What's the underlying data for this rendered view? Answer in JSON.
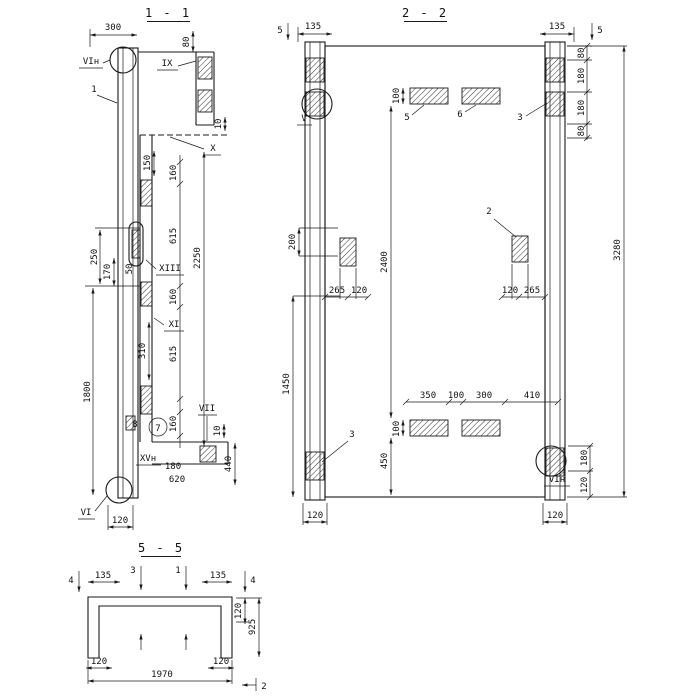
{
  "page": {
    "background": "#ffffff",
    "line_color": "#1a1a1a"
  },
  "s11": {
    "title": "1 - 1",
    "d300": "300",
    "d80": "80",
    "d10t": "10",
    "d150": "150",
    "d160a": "160",
    "d615a": "615",
    "d2250": "2250",
    "d160b": "160",
    "d615b": "615",
    "d160c": "160",
    "d250": "250",
    "d170": "170",
    "d50": "50",
    "d1800": "1800",
    "d310": "310",
    "d10b": "10",
    "d440": "440",
    "d180": "180",
    "d620": "620",
    "d120": "120",
    "m_vin": "VIн",
    "m_ix": "IX",
    "m_x": "X",
    "m_xiii": "XIII",
    "m_xi": "XI",
    "m_vii": "VII",
    "m_xvn": "XVн",
    "m_vi": "VI",
    "p1": "1",
    "p7": "7",
    "p8": "8"
  },
  "s22": {
    "title": "2 - 2",
    "d5l": "5",
    "d135l": "135",
    "d135r": "135",
    "d5r": "5",
    "d80a": "80",
    "d180a": "180",
    "d180b": "180",
    "d80b": "80",
    "d3280": "3280",
    "d100t": "100",
    "d2400": "2400",
    "d200": "200",
    "d1450": "1450",
    "d265l": "265",
    "d120l": "120",
    "d120r": "120",
    "d265r": "265",
    "d350": "350",
    "d100m": "100",
    "d300": "300",
    "d410": "410",
    "d100b": "100",
    "d450": "450",
    "d180rb": "180",
    "d120rb": "120",
    "d120bl": "120",
    "d120br": "120",
    "m_v": "V",
    "m_vin": "VIн",
    "p5": "5",
    "p6": "6",
    "p3t": "3",
    "p2": "2",
    "p3b": "3"
  },
  "s55": {
    "title": "5 - 5",
    "d4l": "4",
    "d135l": "135",
    "d3": "3",
    "d1": "1",
    "d135r": "135",
    "d4r": "4",
    "d120r": "120",
    "d925": "925",
    "d120bl": "120",
    "d1970": "1970",
    "d120br": "120",
    "d2": "2"
  }
}
